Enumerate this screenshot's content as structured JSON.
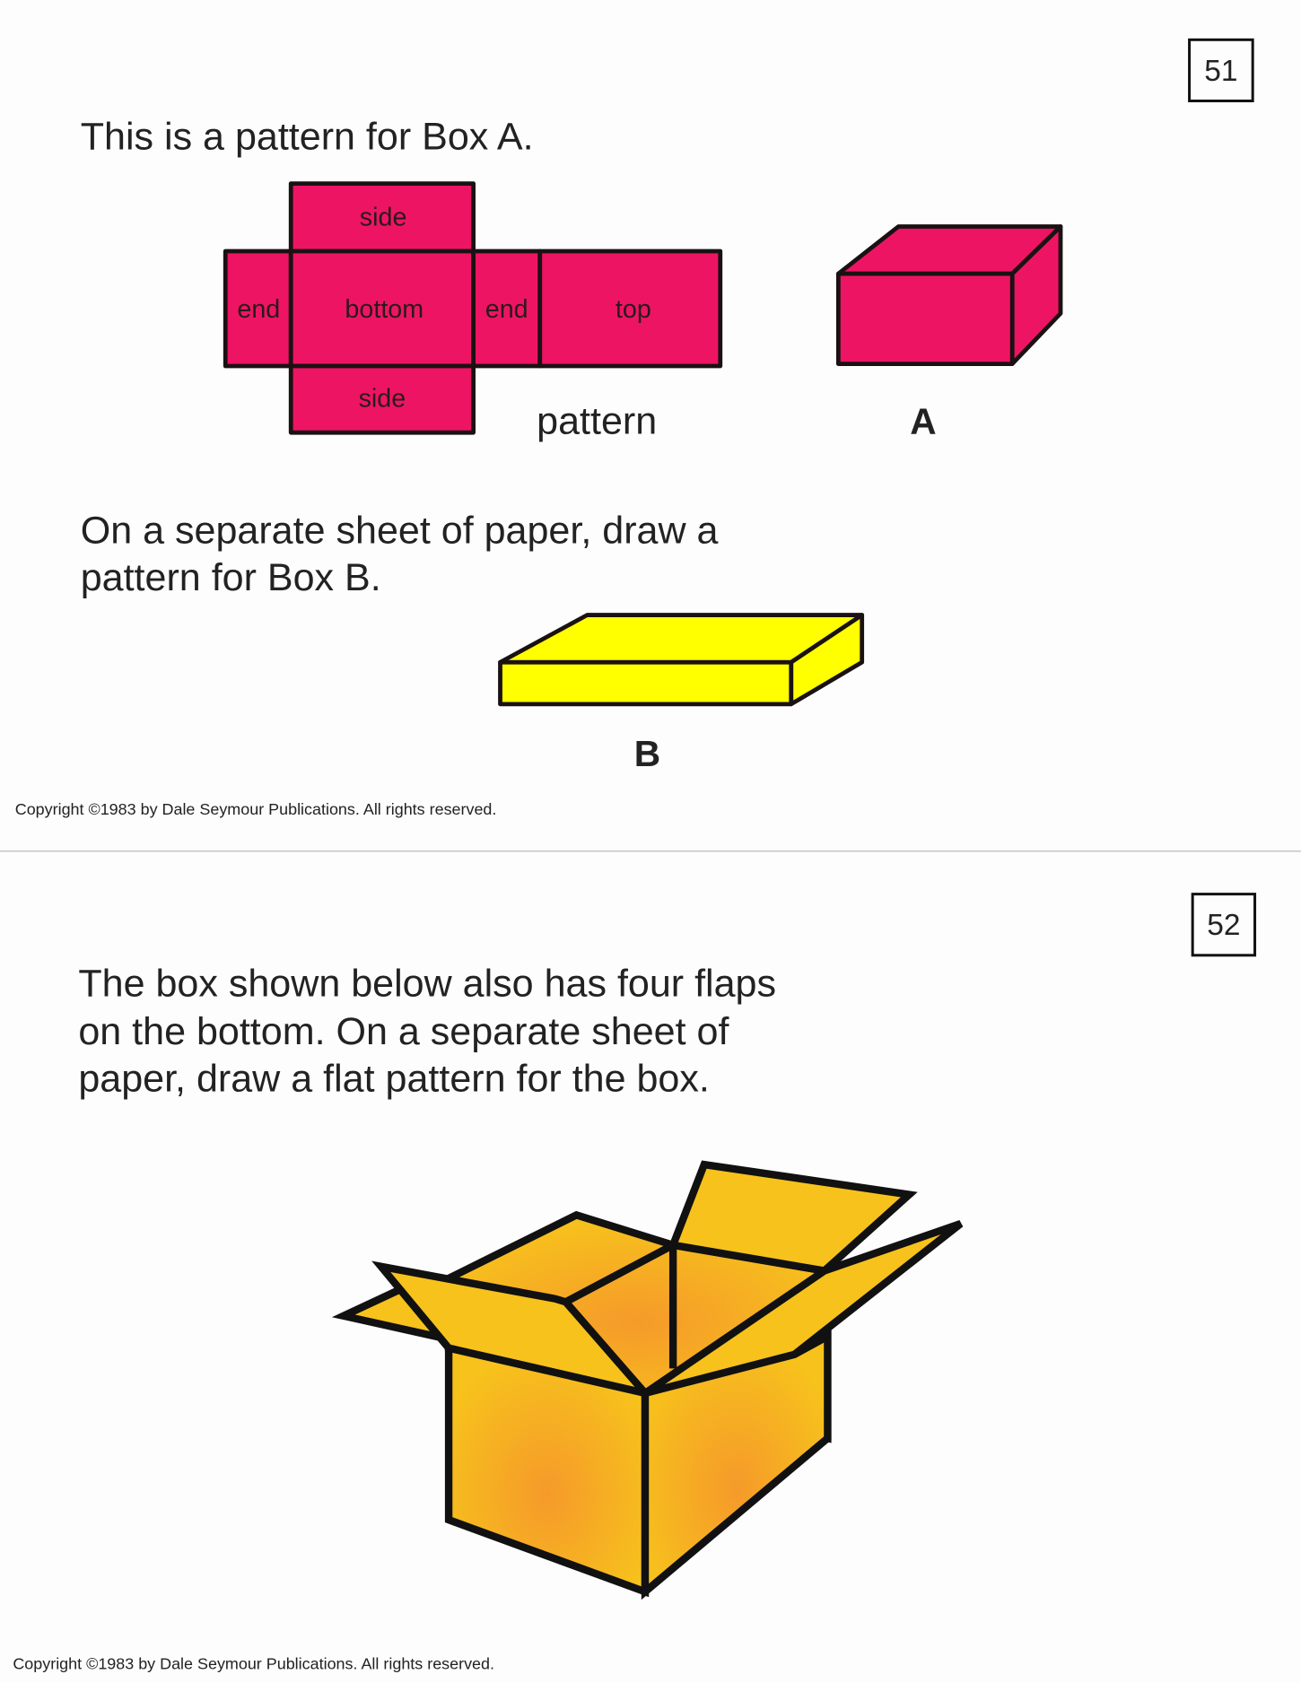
{
  "colors": {
    "pink": "#ee1464",
    "yellow": "#ffff00",
    "box_yellow": "#f7c21c",
    "box_orange": "#f59a2a",
    "ink": "#1a1212"
  },
  "card51": {
    "number": "51",
    "title": "This is a pattern for Box A.",
    "net_labels": {
      "side_top": "side",
      "end_left": "end",
      "bottom": "bottom",
      "end_right": "end",
      "top": "top",
      "side_bottom": "side"
    },
    "pattern_caption": "pattern",
    "box_a_label": "A",
    "instruction_lines": [
      "On a separate sheet of paper, draw a",
      "pattern for Box B."
    ],
    "box_b_label": "B",
    "copyright": "Copyright  ©1983 by Dale Seymour Publications. All rights reserved."
  },
  "card52": {
    "number": "52",
    "text_lines": [
      "The box shown below also has four flaps",
      "on the bottom. On a separate sheet of",
      "paper, draw a flat pattern for the box."
    ],
    "copyright": "Copyright  ©1983 by Dale Seymour Publications. All rights reserved."
  }
}
